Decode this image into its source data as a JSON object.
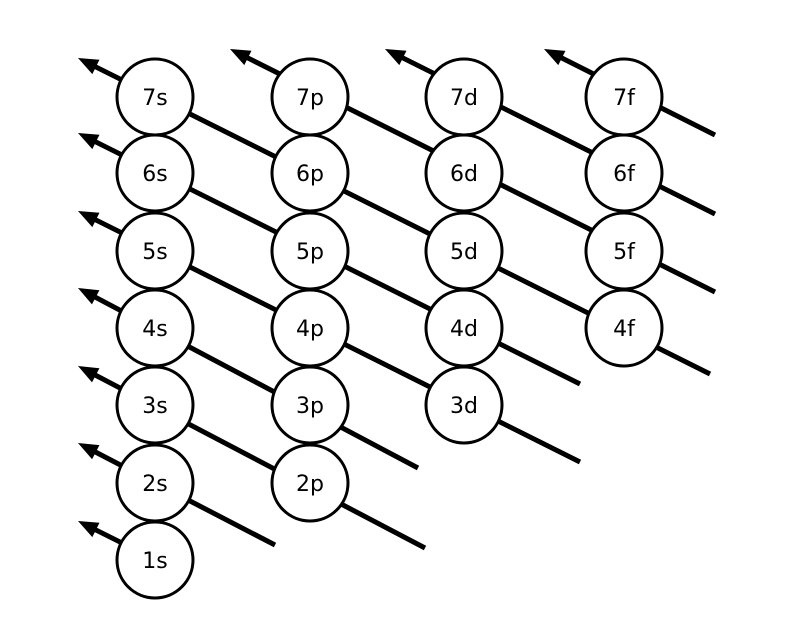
{
  "title": "Aufbau diagram",
  "colors": {
    "stroke": "#000000",
    "fill": "#ffffff"
  },
  "orbitals": [
    {
      "label": "7s",
      "n": 7,
      "l": "s"
    },
    {
      "label": "7p",
      "n": 7,
      "l": "p"
    },
    {
      "label": "7d",
      "n": 7,
      "l": "d"
    },
    {
      "label": "7f",
      "n": 7,
      "l": "f"
    },
    {
      "label": "6s",
      "n": 6,
      "l": "s"
    },
    {
      "label": "6p",
      "n": 6,
      "l": "p"
    },
    {
      "label": "6d",
      "n": 6,
      "l": "d"
    },
    {
      "label": "6f",
      "n": 6,
      "l": "f"
    },
    {
      "label": "5s",
      "n": 5,
      "l": "s"
    },
    {
      "label": "5p",
      "n": 5,
      "l": "p"
    },
    {
      "label": "5d",
      "n": 5,
      "l": "d"
    },
    {
      "label": "5f",
      "n": 5,
      "l": "f"
    },
    {
      "label": "4s",
      "n": 4,
      "l": "s"
    },
    {
      "label": "4p",
      "n": 4,
      "l": "p"
    },
    {
      "label": "4d",
      "n": 4,
      "l": "d"
    },
    {
      "label": "4f",
      "n": 4,
      "l": "f"
    },
    {
      "label": "3s",
      "n": 3,
      "l": "s"
    },
    {
      "label": "3p",
      "n": 3,
      "l": "p"
    },
    {
      "label": "3d",
      "n": 3,
      "l": "d"
    },
    {
      "label": "2s",
      "n": 2,
      "l": "s"
    },
    {
      "label": "2p",
      "n": 2,
      "l": "p"
    },
    {
      "label": "1s",
      "n": 1,
      "l": "s"
    }
  ],
  "filling_order": [
    "1s",
    "2s",
    "2p",
    "3s",
    "3p",
    "4s",
    "3d",
    "4p",
    "5s",
    "4d",
    "5p",
    "6s",
    "4f",
    "5d",
    "6p",
    "7s",
    "5f",
    "6d",
    "7p",
    "7f"
  ]
}
